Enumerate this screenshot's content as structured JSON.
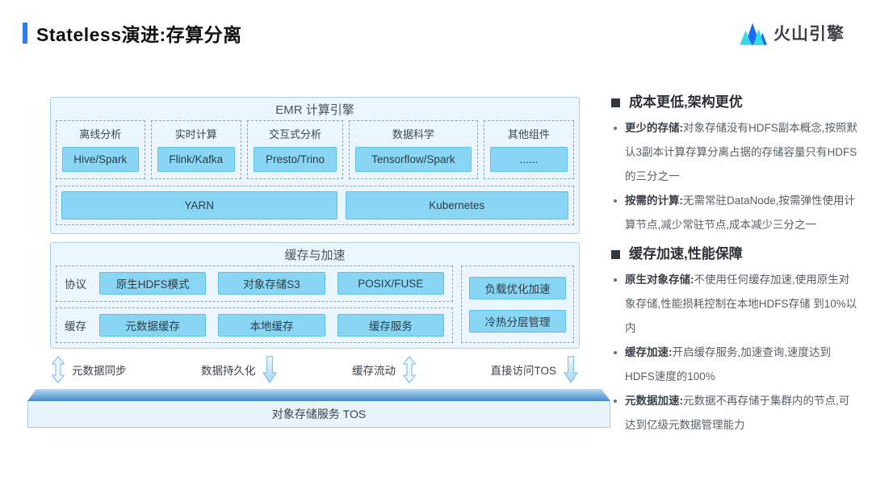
{
  "header": {
    "title": "Stateless演进:存算分离",
    "logo_text": "火山引擎"
  },
  "colors": {
    "accent_blue": "#2b7cee",
    "panel_bg": "#eaf5fd",
    "panel_border": "#abcfed",
    "chip_bg": "#88d6f4",
    "chip_border": "#5fc0e7",
    "logo_cyan": "#38d8e6",
    "logo_blue": "#1b6bf2"
  },
  "diagram": {
    "emr": {
      "title": "EMR 计算引擎",
      "components": [
        {
          "category": "离线分析",
          "tech": "Hive/Spark"
        },
        {
          "category": "实时计算",
          "tech": "Flink/Kafka"
        },
        {
          "category": "交互式分析",
          "tech": "Presto/Trino"
        },
        {
          "category": "数据科学",
          "tech": "Tensorflow/Spark"
        },
        {
          "category": "其他组件",
          "tech": "......"
        }
      ],
      "schedulers": [
        {
          "label": "YARN"
        },
        {
          "label": "Kubernetes"
        }
      ]
    },
    "cache": {
      "title": "缓存与加速",
      "rows": [
        {
          "label": "协议",
          "items": [
            {
              "label": "原生HDFS模式"
            },
            {
              "label": "对象存储S3"
            },
            {
              "label": "POSIX/FUSE"
            }
          ]
        },
        {
          "label": "缓存",
          "items": [
            {
              "label": "元数据缓存"
            },
            {
              "label": "本地缓存"
            },
            {
              "label": "缓存服务"
            }
          ]
        }
      ],
      "side_items": [
        {
          "label": "负载优化加速"
        },
        {
          "label": "冷热分层管理"
        }
      ]
    },
    "flows": [
      {
        "label": "元数据同步",
        "direction": "up-down"
      },
      {
        "label": "数据持久化",
        "direction": "down"
      },
      {
        "label": "缓存流动",
        "direction": "up-down"
      },
      {
        "label": "直接访问TOS",
        "direction": "down"
      }
    ],
    "storage": {
      "label": "对象存储服务 TOS"
    }
  },
  "notes": {
    "sections": [
      {
        "heading": "成本更低,架构更优",
        "bullets": [
          {
            "term": "更少的存储:",
            "text": "对象存储没有HDFS副本概念,按照默认3副本计算存算分离占据的存储容量只有HDFS的三分之一"
          },
          {
            "term": "按需的计算:",
            "text": "无需常驻DataNode,按需弹性使用计算节点,减少常驻节点,成本减少三分之一"
          }
        ]
      },
      {
        "heading": "缓存加速,性能保障",
        "bullets": [
          {
            "term": "原生对象存储:",
            "text": "不使用任何缓存加速,使用原生对象存储,性能损耗控制在本地HDFS存储 到10%以内"
          },
          {
            "term": "缓存加速:",
            "text": "开启缓存服务,加速查询,速度达到HDFS速度的100%"
          },
          {
            "term": "元数据加速:",
            "text": "元数据不再存储于集群内的节点,可达到亿级元数据管理能力"
          }
        ]
      }
    ]
  }
}
